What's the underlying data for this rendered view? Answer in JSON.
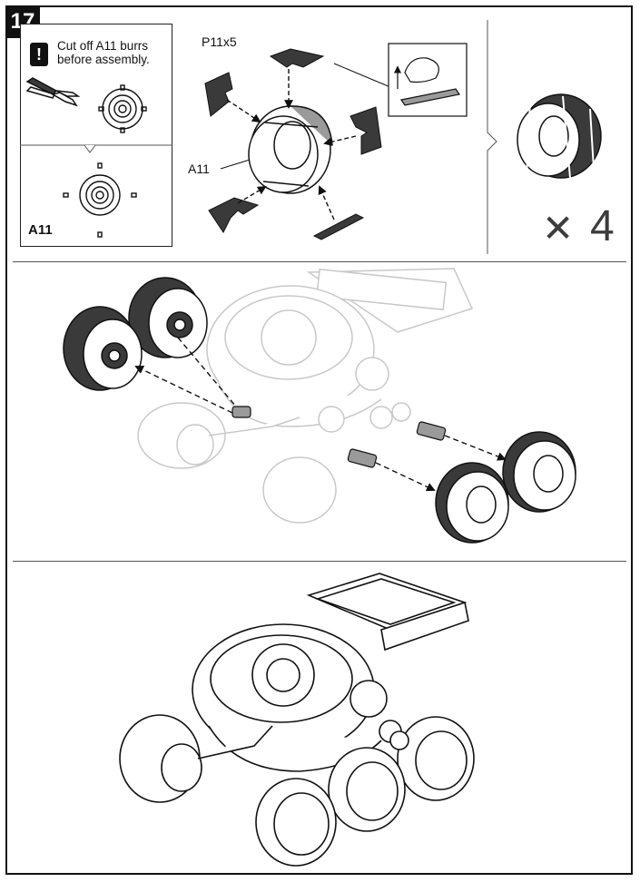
{
  "step": {
    "number": "17"
  },
  "note": {
    "icon": "exclamation-icon",
    "text_line1": "Cut off A11 burrs",
    "text_line2": "before assembly.",
    "part_label": "A11"
  },
  "assembly": {
    "part_count_label": "P11x5",
    "part_label": "A11"
  },
  "result": {
    "multiplier_symbol": "✕",
    "quantity": "4"
  },
  "colors": {
    "ink": "#111111",
    "dark_part": "#3a3a3a",
    "mid_part": "#9a9a9a",
    "faded": "#c8c8c8"
  }
}
